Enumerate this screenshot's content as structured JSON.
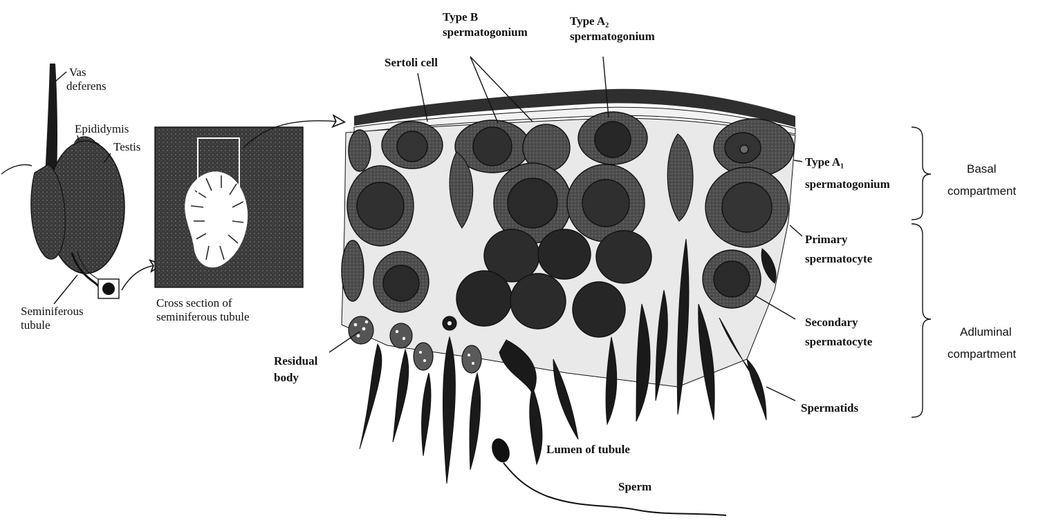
{
  "labels": {
    "vas_deferens": [
      "Vas",
      "deferens"
    ],
    "epididymis": "Epididymis",
    "testis": "Testis",
    "seminiferous_tubule": [
      "Seminiferous",
      "tubule"
    ],
    "cross_section": [
      "Cross section of",
      "seminiferous tubule"
    ],
    "sertoli_cell": "Sertoli cell",
    "type_b": [
      "Type B",
      "spermatogonium"
    ],
    "type_a2": [
      "Type A₂",
      "spermatogonium"
    ],
    "type_a1": [
      "Type A₁",
      "spermatogonium"
    ],
    "primary_spermatocyte": [
      "Primary",
      "spermatocyte"
    ],
    "secondary_spermatocyte": [
      "Secondary",
      "spermatocyte"
    ],
    "spermatids": "Spermatids",
    "residual_body": [
      "Residual",
      "body"
    ],
    "lumen": "Lumen of tubule",
    "sperm": "Sperm"
  },
  "compartments": {
    "basal": [
      "Basal",
      "compartment"
    ],
    "adluminal": [
      "Adluminal",
      "compartment"
    ]
  },
  "colors": {
    "ink": "#111111",
    "cell_fill": "#5a5a5a",
    "nucleus_fill": "#2a2a2a",
    "stroma": "#e8e8e8"
  }
}
